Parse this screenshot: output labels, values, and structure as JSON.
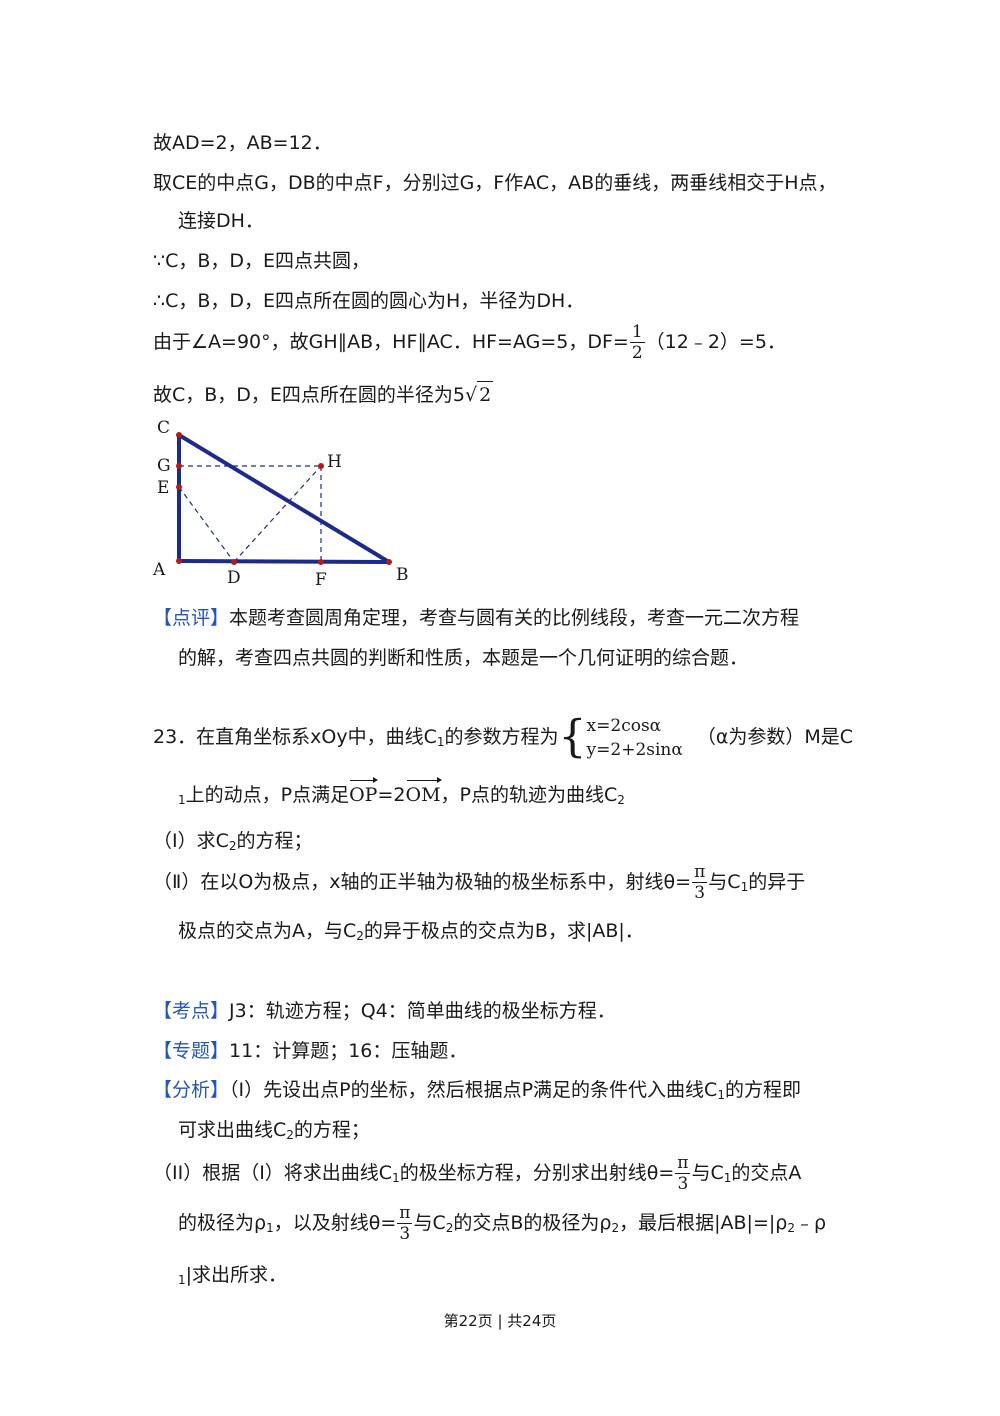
{
  "lines": {
    "l1": "故AD=2，AB=12．",
    "l2": "取CE的中点G，DB的中点F，分别过G，F作AC，AB的垂线，两垂线相交于H点，",
    "l3": "连接DH．",
    "l4": "∵C，B，D，E四点共圆，",
    "l5": "∴C，B，D，E四点所在圆的圆心为H，半径为DH．",
    "l6a": "由于∠A=90°，故GH∥AB，HF∥AC．HF=AG=5，DF=",
    "l6_num": "1",
    "l6_den": "2",
    "l6b": "（12﹣2）=5．",
    "l7a": "故C，B，D，E四点所在圆的半径为5",
    "l7_rad": "2"
  },
  "figure": {
    "labels": {
      "C": "C",
      "G": "G",
      "E": "E",
      "A": "A",
      "D": "D",
      "F": "F",
      "B": "B",
      "H": "H"
    },
    "line_color": "#1c2a8c",
    "point_color": "#b01c1c"
  },
  "review": {
    "tag": "【点评】",
    "text1": "本题考查圆周角定理，考查与圆有关的比例线段，考查一元二次方程",
    "text2": "的解，考查四点共圆的判断和性质，本题是一个几何证明的综合题．"
  },
  "problem": {
    "p1a": "23．在直角坐标系xOy中，曲线C",
    "p1_sub": "1",
    "p1b": "的参数方程为",
    "eq_x": "x=2cosα",
    "eq_y": "y=2+2sinα",
    "p1c": "（α为参数）M是C",
    "p2_sub": "1",
    "p2a": "上的动点，P点满足",
    "vec_op": "OP",
    "p2_eq": "=2",
    "vec_om": "OM",
    "p2b": "，P点的轨迹为曲线C",
    "p2_sub2": "2",
    "q1a": "（Ⅰ）求C",
    "q1_sub": "2",
    "q1b": "的方程；",
    "q2a": "（Ⅱ）在以O为极点，x轴的正半轴为极轴的极坐标系中，射线θ=",
    "pi": "π",
    "three": "3",
    "q2b": "与C",
    "q2_sub": "1",
    "q2c": "的异于",
    "q3a": "极点的交点为A，与C",
    "q3_sub": "2",
    "q3b": "的异于极点的交点为B，求|AB|．"
  },
  "kaodian": {
    "tag": "【考点】",
    "text": "J3：轨迹方程；Q4：简单曲线的极坐标方程．"
  },
  "zhuanti": {
    "tag": "【专题】",
    "text": "11：计算题；16：压轴题．"
  },
  "fenxi": {
    "tag": "【分析】",
    "a1a": "（I）先设出点P的坐标，然后根据点P满足的条件代入曲线C",
    "a1_sub": "1",
    "a1b": "的方程即",
    "a2a": "可求出曲线C",
    "a2_sub": "2",
    "a2b": "的方程；",
    "a3a": "（II）根据（I）将求出曲线C",
    "a3_sub": "1",
    "a3b": "的极坐标方程，分别求出射线θ=",
    "a3c": "与C",
    "a3_sub2": "1",
    "a3d": "的交点A",
    "a4a": "的极径为ρ",
    "a4_sub": "1",
    "a4b": "，以及射线θ=",
    "a4c": "与C",
    "a4_sub2": "2",
    "a4d": "的交点B的极径为ρ",
    "a4_sub3": "2",
    "a4e": "，最后根据|AB|=|ρ",
    "a4_sub4": "2",
    "a4f": "﹣ρ",
    "a5_sub": "1",
    "a5": "|求出所求．"
  },
  "footer": "第22页 | 共24页"
}
